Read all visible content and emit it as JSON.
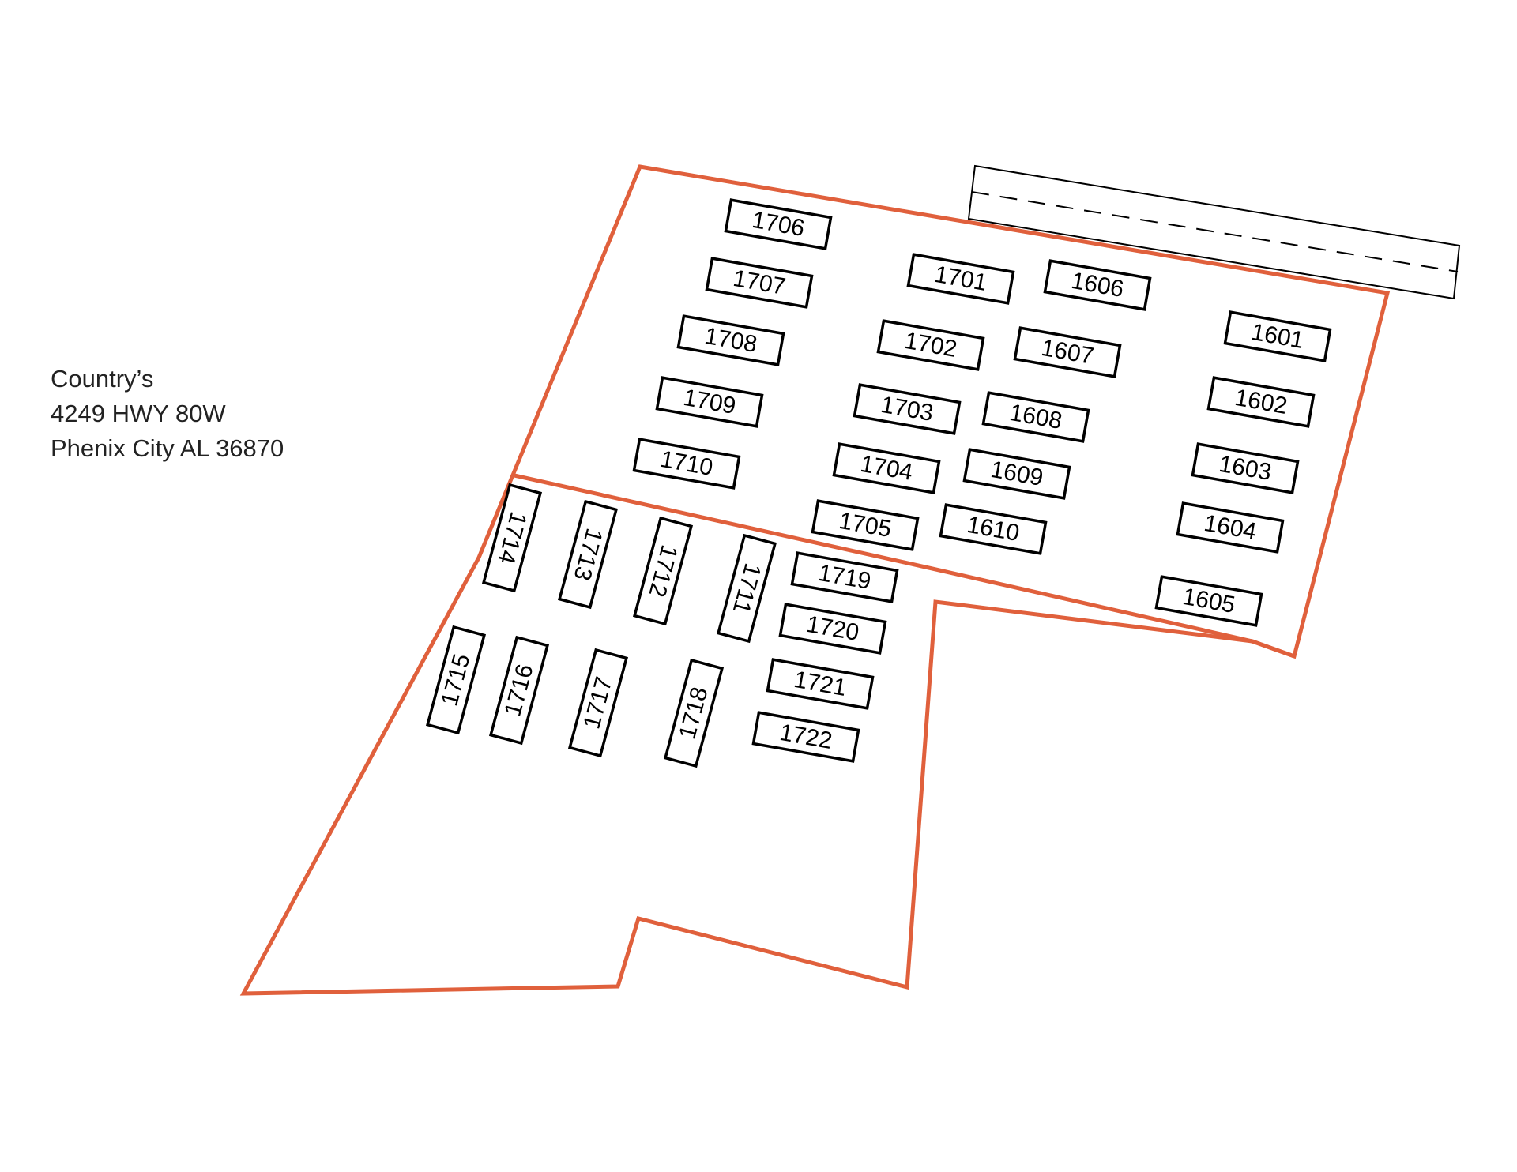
{
  "address": {
    "line1": "Country’s",
    "line2": "4249 HWY 80W",
    "line3": "Phenix City AL 36870"
  },
  "colors": {
    "boundary": "#e0603c",
    "booth_outline": "#000000"
  },
  "booths": [
    "1706",
    "1707",
    "1708",
    "1709",
    "1710",
    "1701",
    "1702",
    "1703",
    "1704",
    "1705",
    "1606",
    "1607",
    "1608",
    "1609",
    "1610",
    "1601",
    "1602",
    "1603",
    "1604",
    "1605",
    "1714",
    "1713",
    "1712",
    "1711",
    "1719",
    "1720",
    "1721",
    "1722",
    "1715",
    "1716",
    "1717",
    "1718"
  ]
}
